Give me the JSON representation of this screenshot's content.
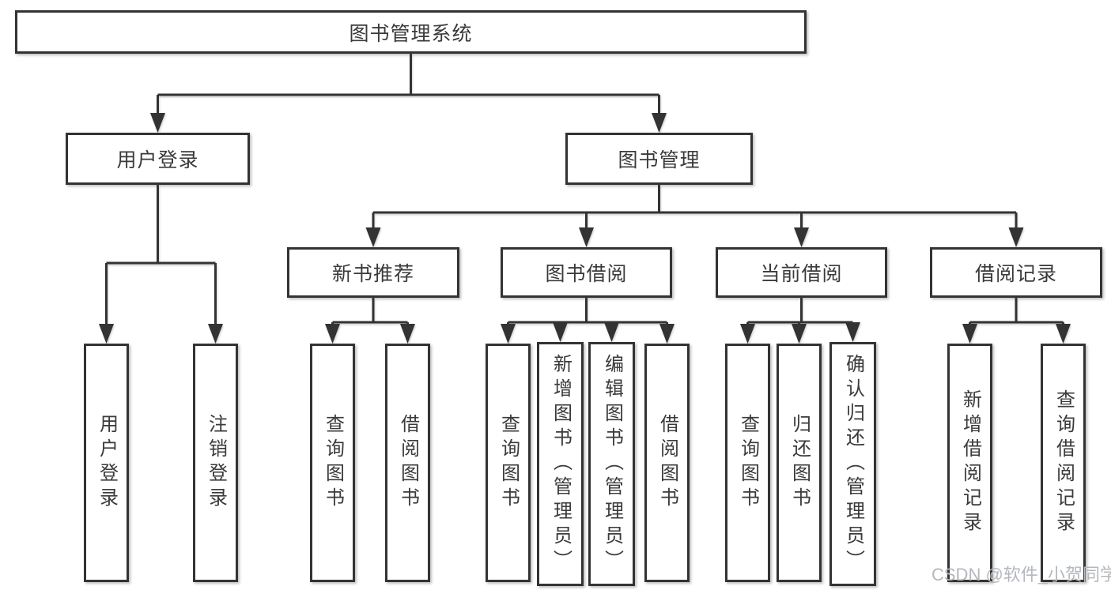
{
  "colors": {
    "line": "#333333",
    "box_border": "#333333",
    "text": "#3a3a3a",
    "watermark": "#b4b8be",
    "background": "#ffffff"
  },
  "tree": {
    "root": {
      "label": "图书管理系统",
      "children": [
        {
          "label": "用户登录",
          "children": [
            {
              "label": "用户登录"
            },
            {
              "label": "注销登录"
            }
          ]
        },
        {
          "label": "图书管理",
          "children": [
            {
              "label": "新书推荐",
              "children": [
                {
                  "label": "查询图书"
                },
                {
                  "label": "借阅图书"
                }
              ]
            },
            {
              "label": "图书借阅",
              "children": [
                {
                  "label": "查询图书"
                },
                {
                  "label": "新增图书（管理员）"
                },
                {
                  "label": "编辑图书（管理员）"
                },
                {
                  "label": "借阅图书"
                }
              ]
            },
            {
              "label": "当前借阅",
              "children": [
                {
                  "label": "查询图书"
                },
                {
                  "label": "归还图书"
                },
                {
                  "label": "确认归还（管理员）"
                }
              ]
            },
            {
              "label": "借阅记录",
              "children": [
                {
                  "label": "新增借阅记录"
                },
                {
                  "label": "查询借阅记录"
                }
              ]
            }
          ]
        }
      ]
    }
  },
  "watermark": {
    "text": "CSDN @软件_小贺同学"
  }
}
